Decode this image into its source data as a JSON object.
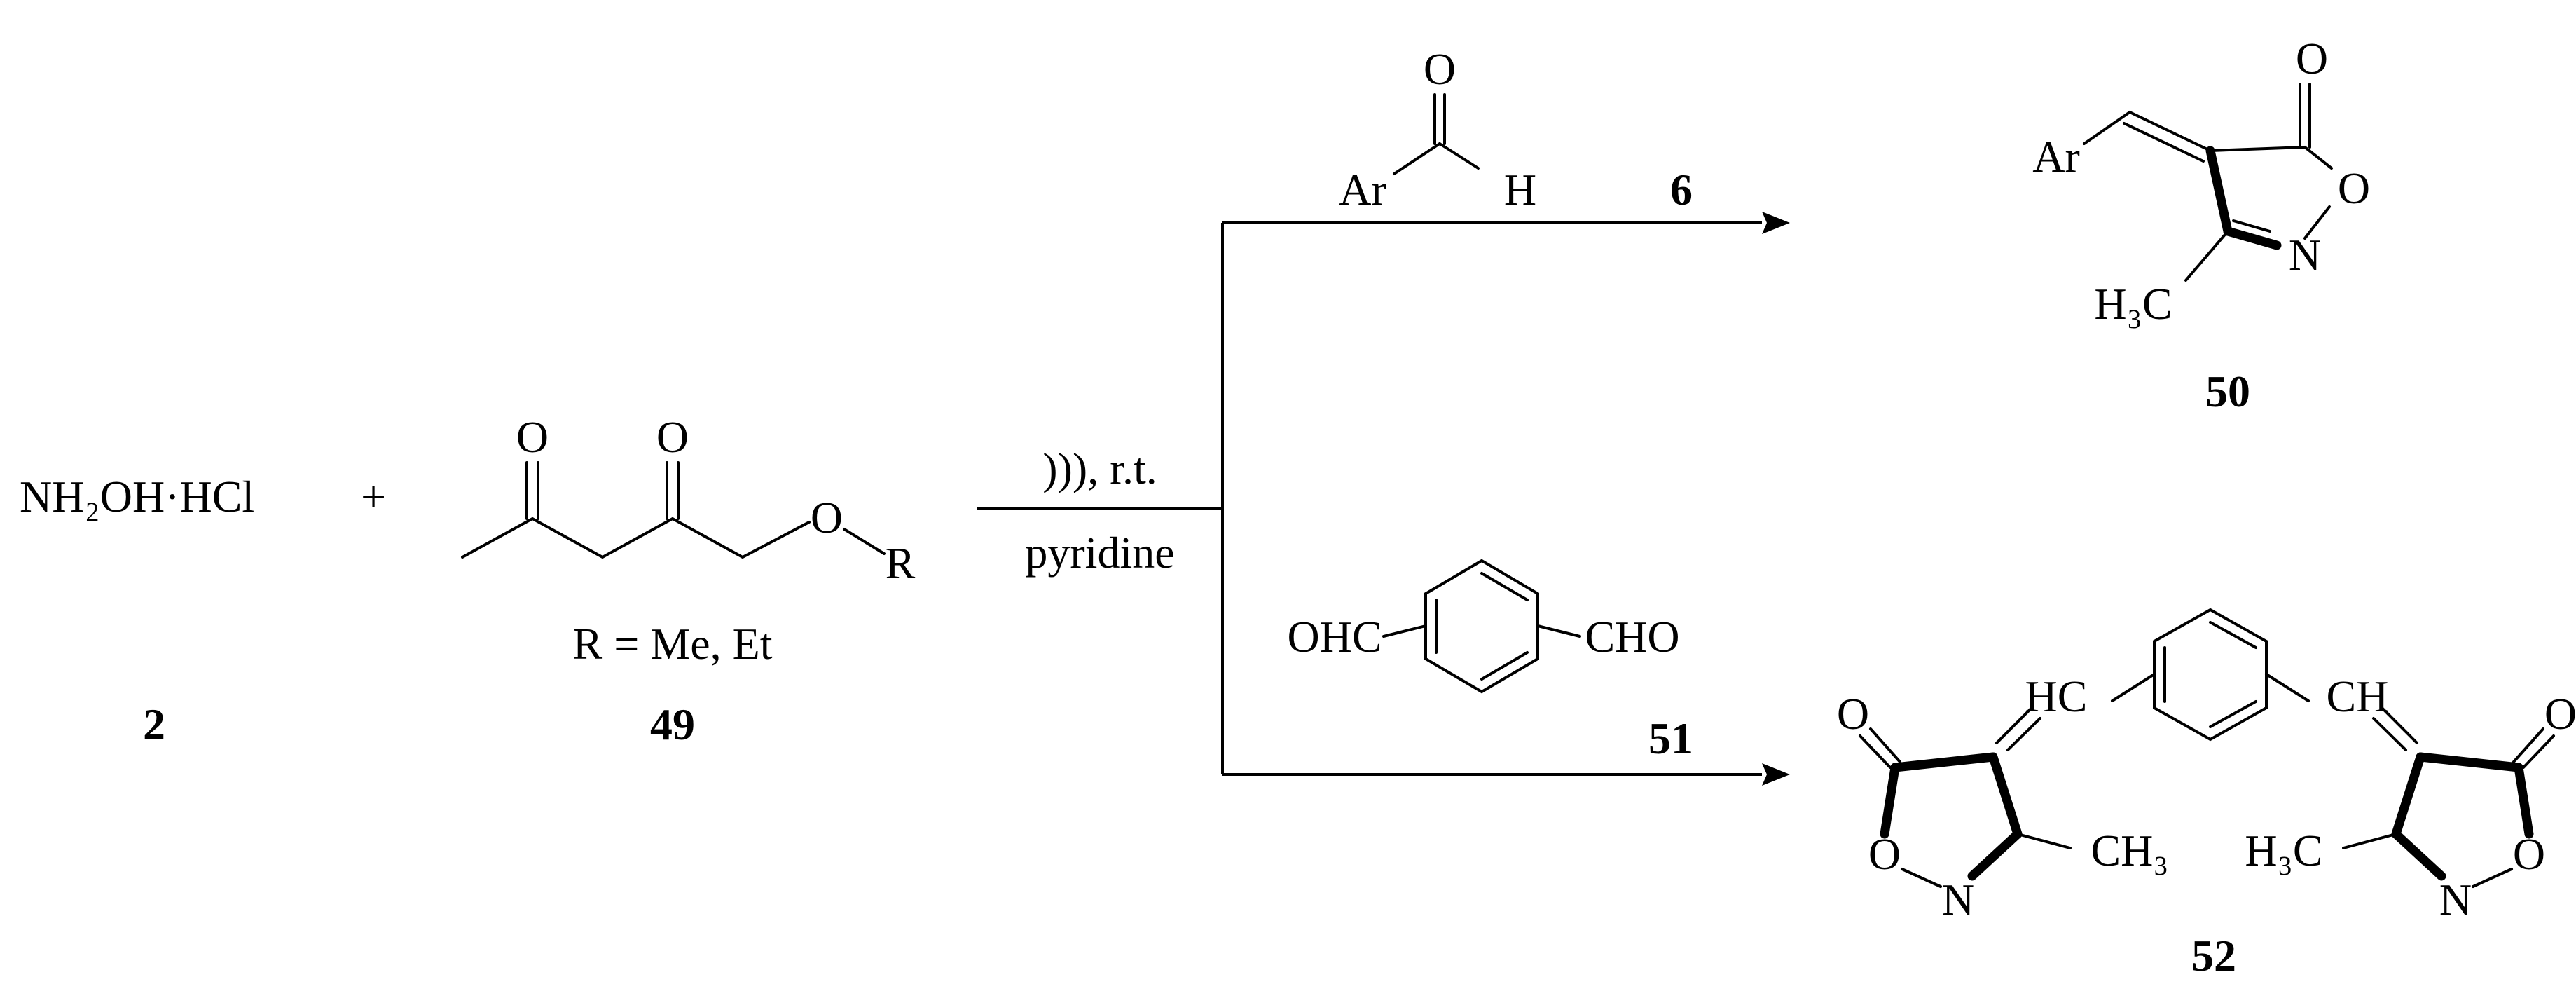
{
  "reagents": {
    "hydroxylamine": "NH₂OH·HCl",
    "plus": "+",
    "compound_2_number": "2",
    "r_def": "R = Me, Et",
    "compound_49_number": "49"
  },
  "conditions": {
    "above_arrow": "))), r.t.",
    "below_arrow": "pyridine"
  },
  "aldehyde_6": {
    "ar": "Ar",
    "h": "H",
    "o": "O",
    "number": "6"
  },
  "aldehyde_51": {
    "left": "OHC",
    "right": "CHO",
    "number": "51"
  },
  "product_50": {
    "ar": "Ar",
    "o_carbonyl": "O",
    "o_ring": "O",
    "n": "N",
    "methyl": "H₃C",
    "number": "50"
  },
  "product_52": {
    "o_left": "O",
    "o_ring_left": "O",
    "n_left": "N",
    "hc_left": "HC",
    "methyl_left": "CH₃",
    "o_right": "O",
    "o_ring_right": "O",
    "n_right": "N",
    "hc_right": "CH",
    "methyl_right": "H₃C",
    "number": "52"
  },
  "diketone_49": {
    "o1": "O",
    "o2": "O",
    "o_ether": "O",
    "r": "R"
  }
}
